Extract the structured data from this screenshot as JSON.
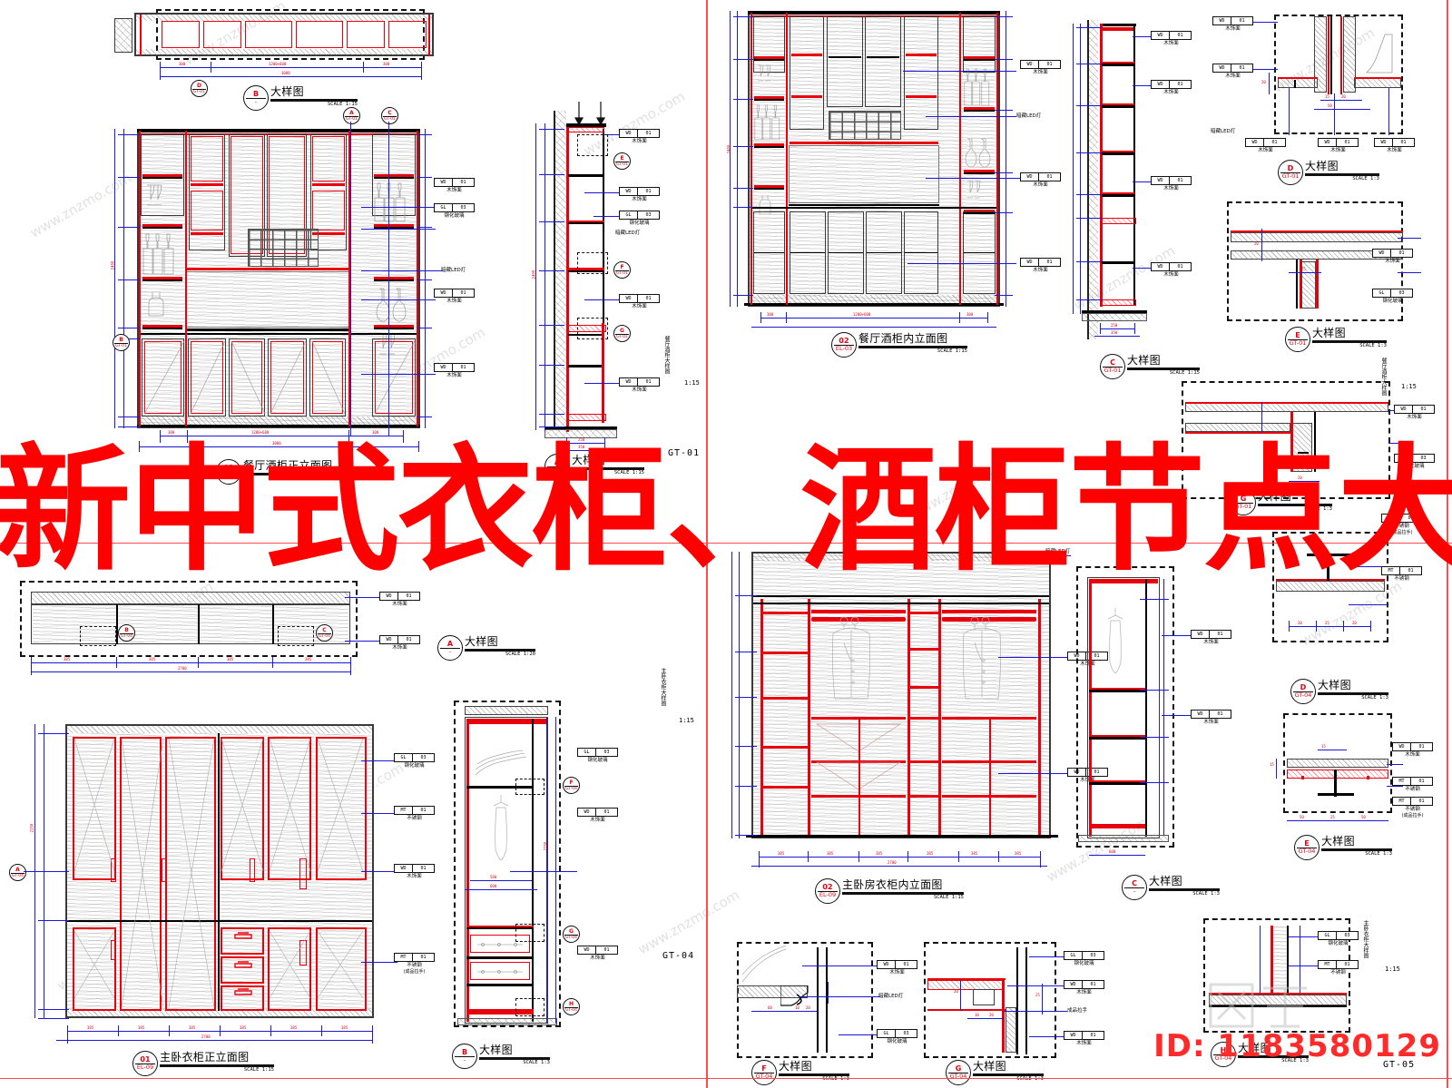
{
  "overlay": {
    "title": "新中式衣柜、酒柜节点大样",
    "id_label": "ID: 1183580129",
    "watermark_text": "www.znzmo.com",
    "watermark_logo": "知末"
  },
  "sheet_codes": {
    "top_left": "GT-01",
    "mid_right": "GT-01",
    "bottom_left": "GT-04",
    "bottom_right": "GT-05"
  },
  "vertical_notes": [
    {
      "text": "餐厅酒柜大样图",
      "scale": "1:15"
    },
    {
      "text": "主卧衣柜大样图",
      "scale": "1:15"
    },
    {
      "text": "餐厅酒柜大样图",
      "scale": "1:15"
    },
    {
      "text": "主卧衣柜大样图",
      "scale": "1:15"
    }
  ],
  "materials": {
    "wd": {
      "code": "WD",
      "num": "01",
      "name": "木饰面"
    },
    "gl": {
      "code": "GL",
      "num": "03",
      "name": "钢化玻璃"
    },
    "mt": {
      "code": "MT",
      "num": "01",
      "name": "不锈钢"
    },
    "mt_handle": {
      "code": "MT",
      "num": "01",
      "name": "不锈钢",
      "sub": "(成品拉手)"
    },
    "led": {
      "name": "暗藏LED灯"
    },
    "handle": {
      "name": "成品拉手"
    }
  },
  "drawings": [
    {
      "id": "d-b-top",
      "bubble": "B",
      "ref": "-",
      "name": "大样图",
      "scale": "SCALE 1:15"
    },
    {
      "id": "d-01-wine-el",
      "bubble": "01",
      "ref": "EL-06",
      "name": "餐厅酒柜正立面图",
      "scale": "SCALE 1:15"
    },
    {
      "id": "d-a-wine-sec",
      "bubble": "A",
      "ref": "-",
      "name": "大样图",
      "scale": "SCALE 1:15"
    },
    {
      "id": "d-02-wine-in",
      "bubble": "02",
      "ref": "EL-03",
      "name": "餐厅酒柜内立面图",
      "scale": "SCALE 1:15"
    },
    {
      "id": "d-c-wine-sec",
      "bubble": "C",
      "ref": "GT-01",
      "name": "大样图",
      "scale": "SCALE 1:15"
    },
    {
      "id": "d-d-top-right",
      "bubble": "D",
      "ref": "GT-01",
      "name": "大样图",
      "scale": "SCALE 1:3"
    },
    {
      "id": "d-e-right",
      "bubble": "E",
      "ref": "GT-01",
      "name": "大样图",
      "scale": "SCALE 1:3"
    },
    {
      "id": "d-g-right",
      "bubble": "G",
      "ref": "GT-01",
      "name": "大样图",
      "scale": "SCALE 1:3"
    },
    {
      "id": "d-a-wr-top",
      "bubble": "A",
      "ref": "-",
      "name": "大样图",
      "scale": "SCALE 1:20"
    },
    {
      "id": "d-01-wr-el",
      "bubble": "01",
      "ref": "EL-09",
      "name": "主卧衣柜正立面图",
      "scale": "SCALE 1:15"
    },
    {
      "id": "d-b-wr-sec",
      "bubble": "B",
      "ref": "-",
      "name": "大样图",
      "scale": "SCALE 1:3"
    },
    {
      "id": "d-02-wr-in",
      "bubble": "02",
      "ref": "EL-09",
      "name": "主卧房衣柜内立面图",
      "scale": "SCALE 1:15"
    },
    {
      "id": "d-c-wr-sec",
      "bubble": "C",
      "ref": "-",
      "name": "大样图",
      "scale": "SCALE 1:3"
    },
    {
      "id": "d-d-wr",
      "bubble": "D",
      "ref": "GT-04",
      "name": "大样图",
      "scale": "SCALE 1:3"
    },
    {
      "id": "d-e-wr",
      "bubble": "E",
      "ref": "GT-04",
      "name": "大样图",
      "scale": "SCALE 1:3"
    },
    {
      "id": "d-f-wr",
      "bubble": "F",
      "ref": "GT-04",
      "name": "大样图",
      "scale": "SCALE 1:3"
    },
    {
      "id": "d-g-wr",
      "bubble": "G",
      "ref": "GT-04",
      "name": "大样图",
      "scale": "SCALE 1:3"
    },
    {
      "id": "d-h-wr",
      "bubble": "H",
      "ref": "GT-04",
      "name": "大样图",
      "scale": "SCALE 1:3"
    }
  ],
  "dimensions": {
    "wine_overall_width": "3000",
    "wine_center_width": "1200+600",
    "wine_side_width": "300",
    "wine_overall_height": "2400",
    "wardrobe_overall_width": "2700",
    "wardrobe_bay": "385",
    "wardrobe_inner_total": "2250",
    "section_depth": "350",
    "section_depth_inner": "250",
    "wardrobe_depth": "600",
    "wardrobe_depth_inner": "580",
    "detail_20": "20",
    "detail_25": "25",
    "detail_15": "15",
    "detail_10": "10",
    "detail_50": "50",
    "detail_60": "60"
  },
  "callout_letters": [
    "A",
    "B",
    "C",
    "D",
    "E",
    "F",
    "G",
    "H"
  ],
  "colors": {
    "red": "#e8000d",
    "blue": "#1a1ad0",
    "black": "#000000",
    "overlay_red": "#ff0000",
    "gray": "#808080"
  }
}
